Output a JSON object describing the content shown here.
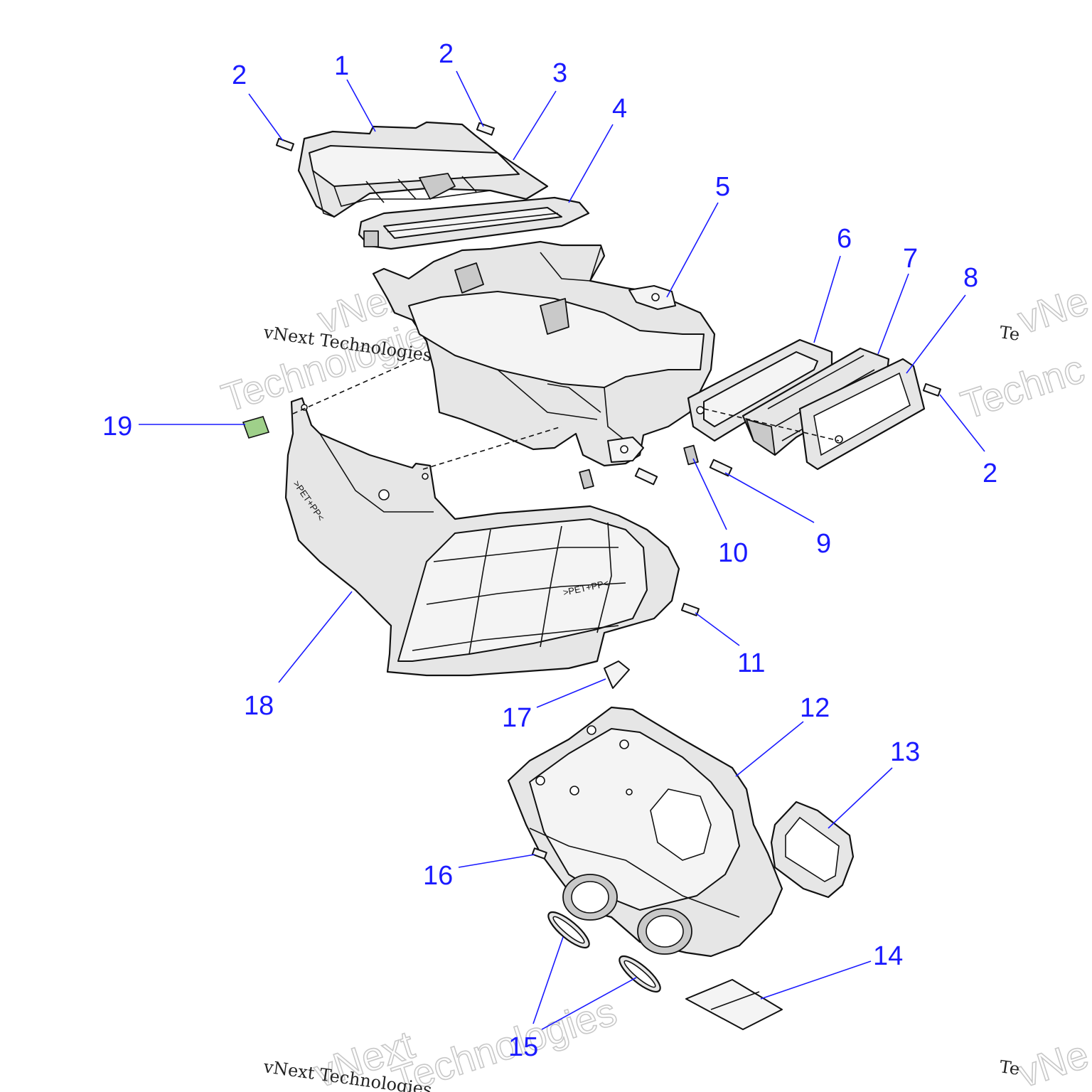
{
  "callouts": [
    {
      "id": "c1",
      "label": "1"
    },
    {
      "id": "c2a",
      "label": "2"
    },
    {
      "id": "c2b",
      "label": "2"
    },
    {
      "id": "c2c",
      "label": "2"
    },
    {
      "id": "c3",
      "label": "3"
    },
    {
      "id": "c4",
      "label": "4"
    },
    {
      "id": "c5",
      "label": "5"
    },
    {
      "id": "c6",
      "label": "6"
    },
    {
      "id": "c7",
      "label": "7"
    },
    {
      "id": "c8",
      "label": "8"
    },
    {
      "id": "c9",
      "label": "9"
    },
    {
      "id": "c10",
      "label": "10"
    },
    {
      "id": "c11",
      "label": "11"
    },
    {
      "id": "c12",
      "label": "12"
    },
    {
      "id": "c13",
      "label": "13"
    },
    {
      "id": "c14",
      "label": "14"
    },
    {
      "id": "c15",
      "label": "15"
    },
    {
      "id": "c16",
      "label": "16"
    },
    {
      "id": "c17",
      "label": "17"
    },
    {
      "id": "c18",
      "label": "18"
    },
    {
      "id": "c19",
      "label": "19"
    }
  ],
  "part_markings": ">PET+PP<",
  "watermark": {
    "text": "vNext Technologies",
    "word1": "vNext",
    "word2": "Technologies",
    "short": "vNe",
    "short_right": "Te",
    "tech_right": "Technc"
  },
  "colors": {
    "callout": "#1a1aff",
    "line_art": "#111111",
    "part_fill": "#e6e6e6",
    "highlight": "#9fd08a"
  }
}
